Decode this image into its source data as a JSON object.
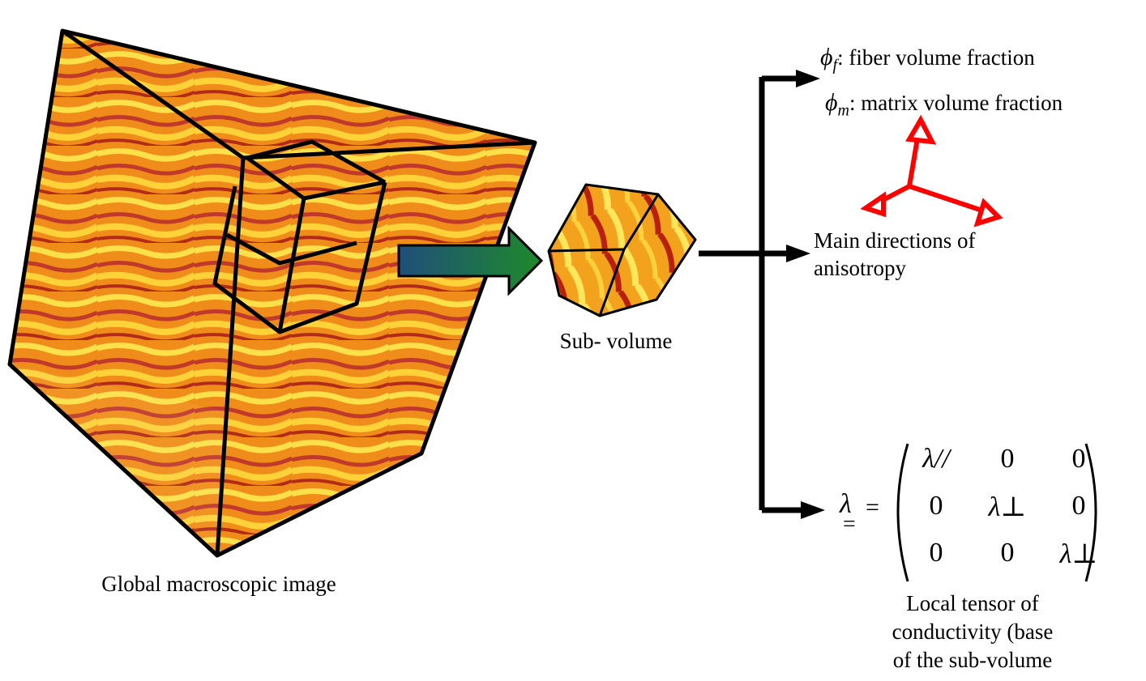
{
  "labels": {
    "global_image": "Global macroscopic image",
    "sub_volume": "Sub- volume",
    "fiber_symbol": "ϕ",
    "fiber_sub": "f",
    "fiber_text": ": fiber volume fraction",
    "matrix_symbol": "ϕ",
    "matrix_sub": "m",
    "matrix_text": ": matrix volume fraction",
    "anisotropy_line1": "Main directions of",
    "anisotropy_line2": "anisotropy",
    "tensor_line1": "Local tensor of",
    "tensor_line2": "conductivity (base",
    "tensor_line3": "of the sub-volume"
  },
  "tensor": {
    "symbol": "λ",
    "equals": "=",
    "cells": [
      [
        "λ//",
        "0",
        "0"
      ],
      [
        "0",
        "λ⊥",
        "0"
      ],
      [
        "0",
        "0",
        "λ⊥"
      ]
    ]
  },
  "colors": {
    "texture_dark": "#c0392b",
    "texture_mid": "#f08c1a",
    "texture_light": "#ffe04a",
    "arrow_gradient_start": "#1f4e7a",
    "arrow_gradient_end": "#1e8a2a",
    "axes_red": "#ff0000"
  }
}
